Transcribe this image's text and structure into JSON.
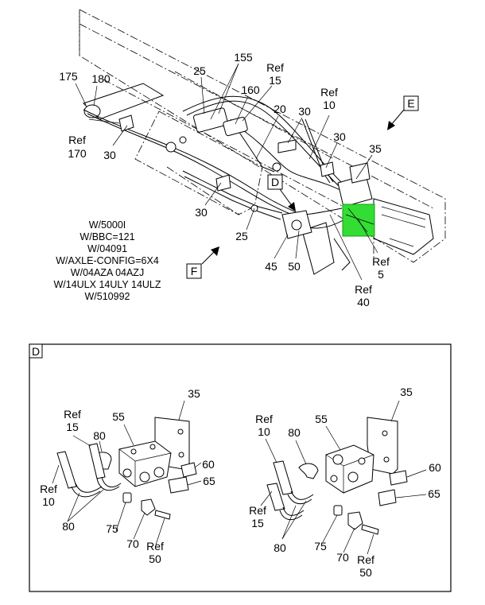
{
  "notes": [
    "W/5000I",
    "W/BBC=121",
    "W/04091",
    "W/AXLE-CONFIG=6X4",
    "W/04AZA 04AZJ",
    "W/14ULX 14ULY 14ULZ",
    "W/510992"
  ],
  "view_flags": {
    "e": "E",
    "d": "D",
    "f": "F",
    "detail": "D"
  },
  "highlight_color": "#33dd33",
  "top_labels": {
    "l175": "175",
    "l180": "180",
    "ref170a": "Ref",
    "ref170b": "170",
    "l30a": "30",
    "l25a": "25",
    "l155": "155",
    "ref15a": "Ref",
    "ref15b": "15",
    "l160": "160",
    "l20": "20",
    "l30b": "30",
    "ref10a": "Ref",
    "ref10b": "10",
    "l30c": "30",
    "l35": "35",
    "l30d": "30",
    "l25b": "25",
    "l45": "45",
    "l50": "50",
    "ref5a": "Ref",
    "ref5b": "5",
    "ref40a": "Ref",
    "ref40b": "40"
  },
  "detail_left": {
    "l35": "35",
    "l55": "55",
    "ref15a": "Ref",
    "ref15b": "15",
    "l80a": "80",
    "ref10a": "Ref",
    "ref10b": "10",
    "l60": "60",
    "l65": "65",
    "l80b": "80",
    "l75": "75",
    "l70": "70",
    "ref50a": "Ref",
    "ref50b": "50"
  },
  "detail_right": {
    "l35": "35",
    "l55": "55",
    "ref10a": "Ref",
    "ref10b": "10",
    "l80a": "80",
    "l60": "60",
    "l65": "65",
    "ref15a": "Ref",
    "ref15b": "15",
    "l80b": "80",
    "l75": "75",
    "l70": "70",
    "ref50a": "Ref",
    "ref50b": "50"
  }
}
